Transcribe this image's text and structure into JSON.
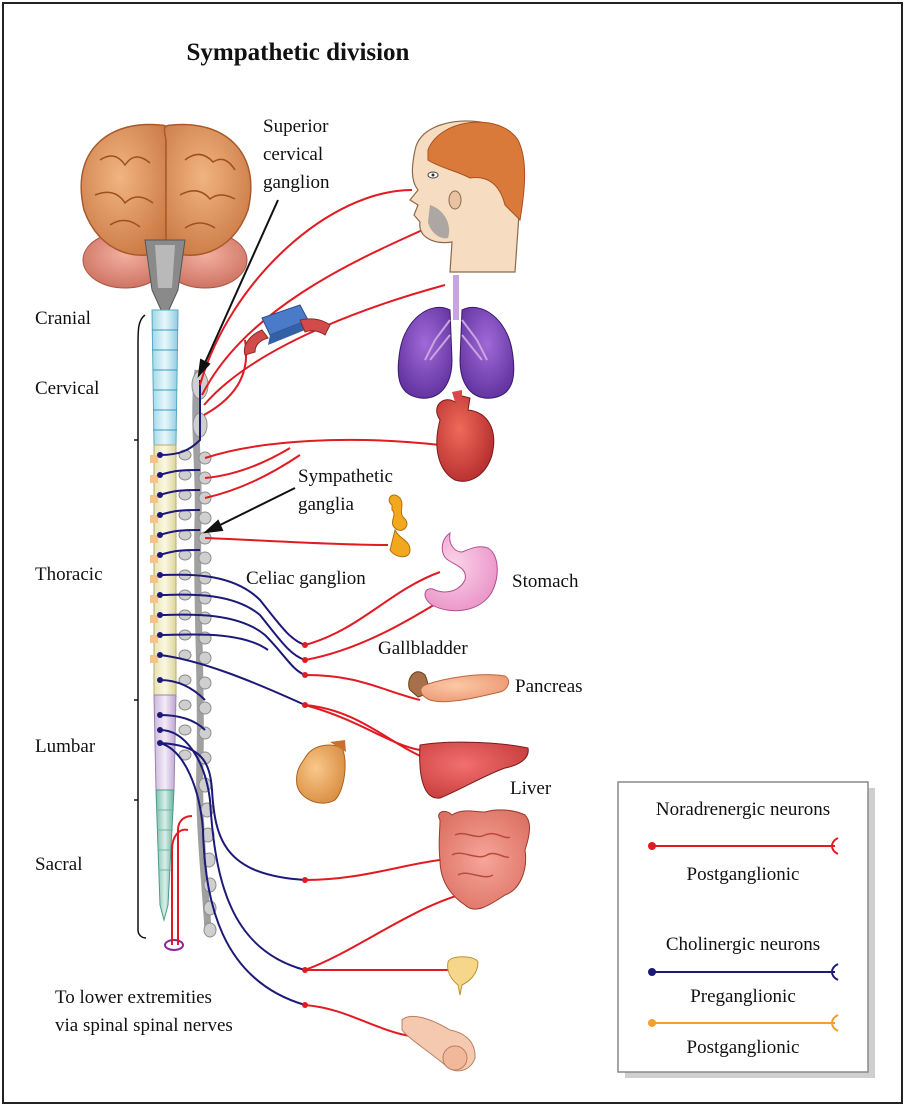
{
  "title": "Sympathetic division",
  "regions": {
    "cranial": "Cranial",
    "cervical": "Cervical",
    "thoracic": "Thoracic",
    "lumbar": "Lumbar",
    "sacral": "Sacral"
  },
  "labels": {
    "superior_cervical_ganglion": [
      "Superior",
      "cervical",
      "ganglion"
    ],
    "sympathetic_ganglia": [
      "Sympathetic",
      "ganglia"
    ],
    "celiac_ganglion": "Celiac ganglion",
    "stomach": "Stomach",
    "gallbladder": "Gallbladder",
    "pancreas": "Pancreas",
    "liver": "Liver",
    "lower_extremities": [
      "To lower extremities",
      "via spinal spinal nerves"
    ]
  },
  "legend": {
    "noradrenergic_title": "Noradrenergic neurons",
    "noradrenergic_post": "Postganglionic",
    "cholinergic_title": "Cholinergic neurons",
    "cholinergic_pre": "Preganglionic",
    "cholinergic_post": "Postganglionic"
  },
  "colors": {
    "noradrenergic": "#e21a22",
    "preganglionic": "#1c1a78",
    "cholinergic_post": "#f2a02c"
  }
}
